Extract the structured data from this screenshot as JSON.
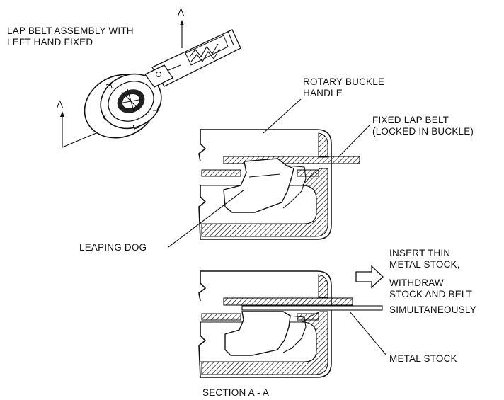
{
  "labels": {
    "assembly_line1": "LAP BELT ASSEMBLY WITH",
    "assembly_line2": "LEFT HAND FIXED",
    "section_marker_top": "A",
    "section_marker_left": "A",
    "rotary_line1": "ROTARY BUCKLE",
    "rotary_line2": "HANDLE",
    "fixed_line1": "FIXED LAP BELT",
    "fixed_line2": "(LOCKED IN BUCKLE)",
    "leaping_dog": "LEAPING DOG",
    "insert_line1": "INSERT THIN",
    "insert_line2": "METAL STOCK,",
    "insert_line3": "WITHDRAW",
    "insert_line4": "STOCK AND BELT",
    "insert_line5": "SIMULTANEOUSLY",
    "metal_stock": "METAL STOCK",
    "section_caption": "SECTION A - A"
  },
  "style": {
    "ink": "#111111",
    "paper": "#ffffff"
  }
}
